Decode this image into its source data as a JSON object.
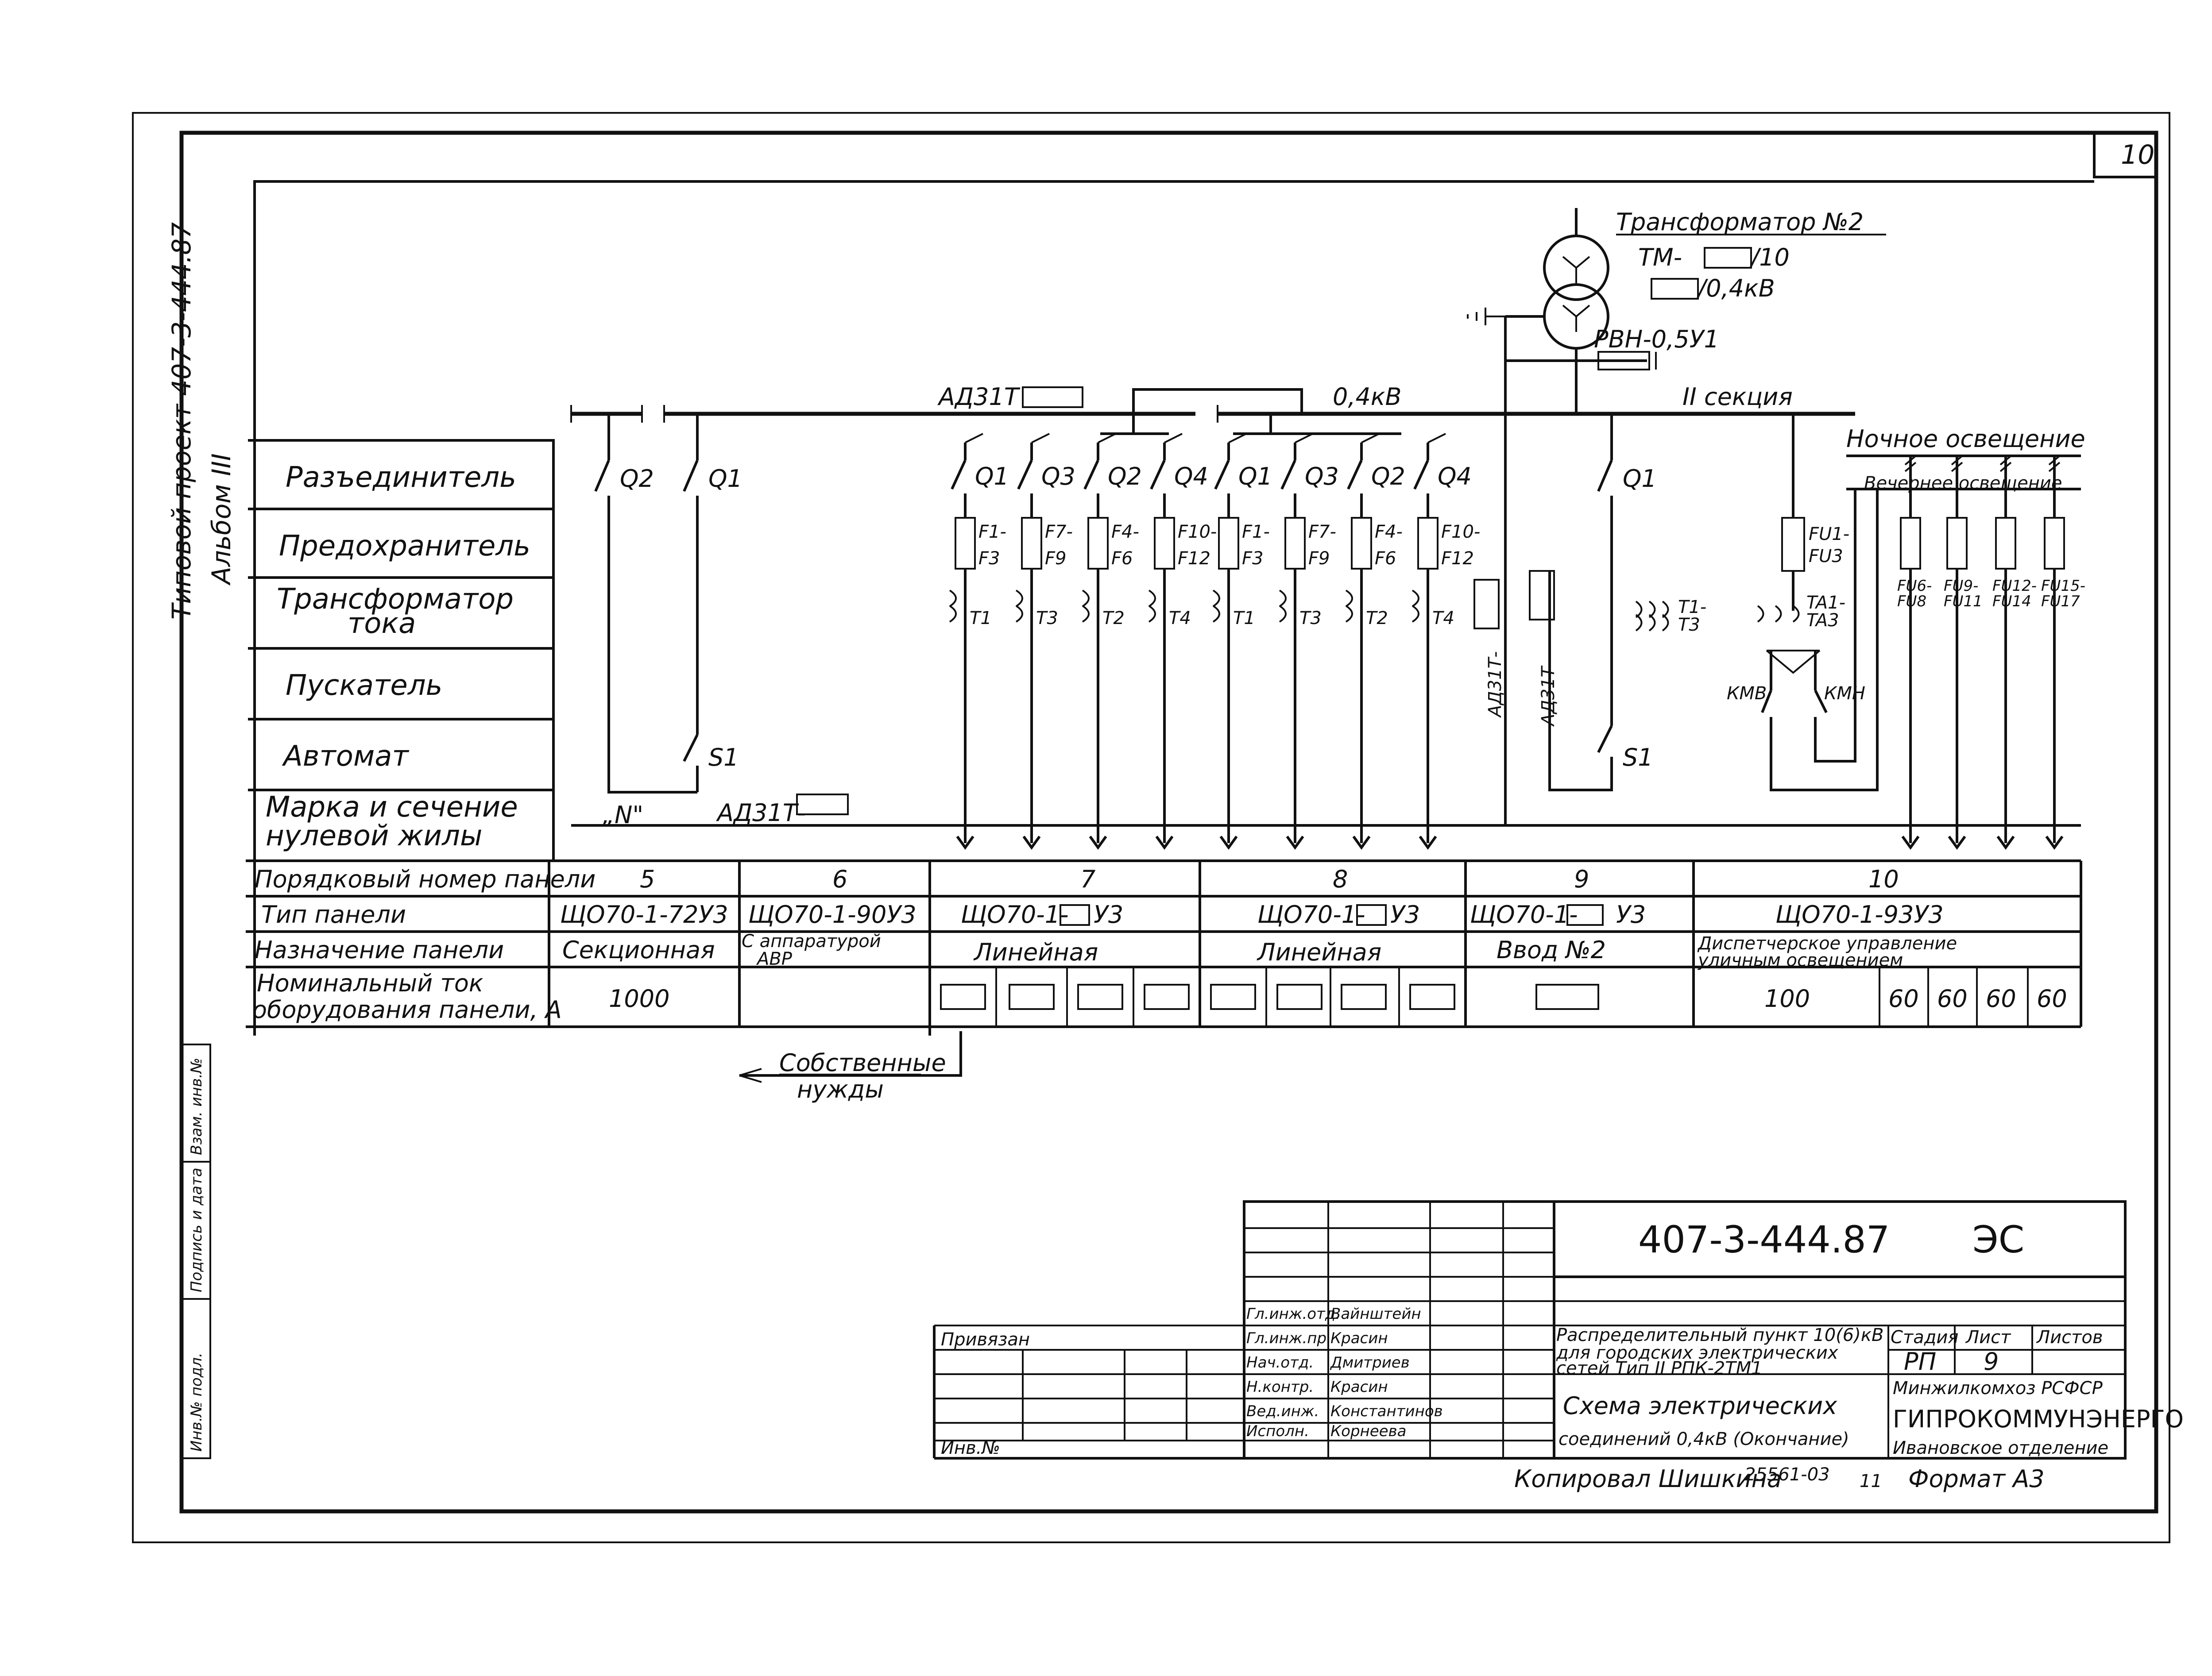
{
  "sheet_number": "10",
  "side_text": {
    "project": "Типовой проект 407-3-444.87",
    "album": "Альбом III"
  },
  "left_strip": {
    "cells": [
      "Инв.№ подл.",
      "Подпись и дата",
      "Взам. инв.№"
    ]
  },
  "transformer": {
    "title": "Трансформатор №2",
    "type_line1": "ТМ-",
    "type_line1_suffix": "/10",
    "type_line2_suffix": "/0,4кВ",
    "rvn": "РВН-0,5У1"
  },
  "bus": {
    "breaker_label": "АД31Т",
    "voltage": "0,4кВ",
    "section": "II секция",
    "neutral": "„N\"",
    "neutral_breaker": "АД31Т-"
  },
  "row_labels": [
    "Разъединитель",
    "Предохранитель",
    "Трансформатор",
    "тока",
    "Пускатель",
    "Автомат",
    "Марка и сечение",
    "нулевой жилы"
  ],
  "elements": {
    "panel5": {
      "q1": "Q2",
      "q2": "Q1",
      "s": "S1"
    },
    "panel7": {
      "q": [
        "Q1",
        "Q3",
        "Q2",
        "Q4"
      ],
      "f": [
        [
          "F1-",
          "F3"
        ],
        [
          "F7-",
          "F9"
        ],
        [
          "F4-",
          "F6"
        ],
        [
          "F10-",
          "F12"
        ]
      ],
      "t": [
        "T1",
        "T3",
        "T2",
        "T4"
      ]
    },
    "panel8": {
      "q": [
        "Q1",
        "Q3",
        "Q2",
        "Q4"
      ],
      "f": [
        [
          "F1-",
          "F3"
        ],
        [
          "F7-",
          "F9"
        ],
        [
          "F4-",
          "F6"
        ],
        [
          "F10-",
          "F12"
        ]
      ],
      "t": [
        "T1",
        "T3",
        "T2",
        "T4"
      ]
    },
    "panel9": {
      "q": "Q1",
      "t": [
        "T1-",
        "T3"
      ],
      "s": "S1",
      "breaker_a": "АД31Т-",
      "breaker_b": "АД31Т-"
    },
    "panel10": {
      "fu": [
        "FU1-",
        "FU3"
      ],
      "ta": [
        "TA1-",
        "TA3"
      ],
      "kmv": "КМВ",
      "kmn": "КМН",
      "night": "Ночное освещение",
      "evening": "Вечернее освещение",
      "fus": [
        [
          "FU6-",
          "FU8"
        ],
        [
          "FU9-",
          "FU11"
        ],
        [
          "FU12-",
          "FU14"
        ],
        [
          "FU15-",
          "FU17"
        ]
      ]
    }
  },
  "table": {
    "headers": [
      "Порядковый номер панели",
      "Тип панели",
      "Назначение панели",
      "Номинальный ток",
      "оборудования панели, А"
    ],
    "numbers": [
      "5",
      "6",
      "7",
      "8",
      "9",
      "10"
    ],
    "types": [
      "ЩО70-1-72У3",
      "ЩО70-1-90У3",
      "ЩО70-1-",
      "У3",
      "ЩО70-1-",
      "У3",
      "ЩО70-1-",
      "У3",
      "ЩО70-1-93У3"
    ],
    "purpose": [
      "Секционная",
      "С аппаратурой",
      "АВР",
      "Линейная",
      "Линейная",
      "Ввод №2",
      "Диспетчерское управление",
      "уличным освещением"
    ],
    "currents": [
      "1000",
      "100",
      "60",
      "60",
      "60",
      "60"
    ]
  },
  "own_needs": [
    "Собственные",
    "нужды"
  ],
  "stamp": {
    "code": "407-3-444.87",
    "suffix": "ЭС",
    "privyazan": "Привязан",
    "inv": "Инв.№",
    "roles": [
      "Гл.инж.отд.",
      "Гл.инж.пр.",
      "Нач.отд.",
      "Н.контр.",
      "Вед.инж.",
      "Исполн."
    ],
    "names": [
      "Вайнштейн",
      "Красин",
      "Дмитриев",
      "Красин",
      "Константинов",
      "Корнеева"
    ],
    "title1": [
      "Распределительный пункт 10(6)кВ",
      "для городских электрических",
      "сетей     Тип II РПК-2ТМ1"
    ],
    "title2": [
      "Схема      электрических",
      "соединений 0,4кВ (Окончание)"
    ],
    "stage_h": "Стадия",
    "sheet_h": "Лист",
    "sheets_h": "Листов",
    "stage": "РП",
    "sheet": "9",
    "org1": "Минжилкомхоз РСФСР",
    "org2": "ГИПРОКОММУНЭНЕРГО",
    "org3": "Ивановское отделение"
  },
  "footer": {
    "copied": "Копировал Шишкина",
    "order": "25561-03",
    "n": "11",
    "format": "Формат А3"
  }
}
